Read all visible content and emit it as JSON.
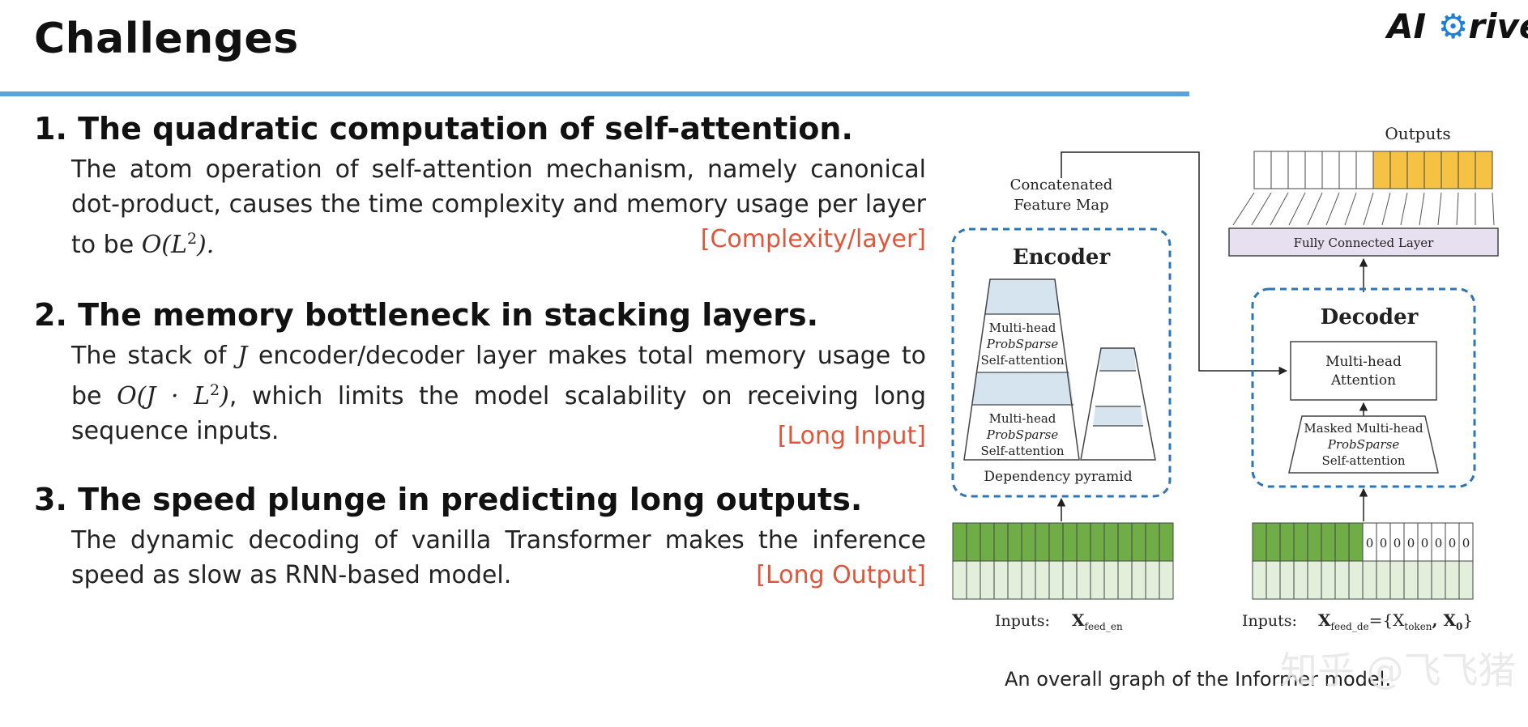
{
  "header": {
    "title": "Challenges",
    "logo_text": "AI",
    "logo_suffix": "rive"
  },
  "sections": [
    {
      "heading": "1. The quadratic computation of self-attention.",
      "body_pre": "The atom operation of self-attention mechanism, namely canonical dot-product, causes the time complexity and memory usage per layer to be ",
      "math": "O(L",
      "math_sup": "2",
      "math_post": ").",
      "body_post": "",
      "tag": "[Complexity/layer]"
    },
    {
      "heading": "2. The memory bottleneck in stacking layers.",
      "body_pre": "The stack of ",
      "math_j": "J",
      "body_mid": " encoder/decoder layer makes total memory usage to be ",
      "math": "O(J · L",
      "math_sup": "2",
      "math_post": ")",
      "body_post": ", which limits the model scalability on receiving long sequence inputs.",
      "tag": "[Long Input]"
    },
    {
      "heading": "3. The speed plunge in predicting long outputs.",
      "body_pre": "The dynamic decoding of vanilla Transformer makes the inference speed as slow as RNN-based model.",
      "tag": "[Long Output]"
    }
  ],
  "diagram": {
    "outputs_label": "Outputs",
    "concat_label_1": "Concatenated",
    "concat_label_2": "Feature Map",
    "fc_label": "Fully Connected Layer",
    "encoder_label": "Encoder",
    "decoder_label": "Decoder",
    "mh_1": "Multi-head",
    "probsparse": "ProbSparse",
    "self_attention": "Self-attention",
    "dependency_pyramid": "Dependency pyramid",
    "mh_attention_1": "Multi-head",
    "mh_attention_2": "Attention",
    "masked_mh": "Masked Multi-head",
    "inputs_label": "Inputs:",
    "x_feed_en": "X",
    "x_feed_en_sub": "feed_en",
    "x_feed_de": "X",
    "x_feed_de_sub": "feed_de",
    "x_feed_de_eq": "={X",
    "x_token_sub": "token",
    "x_zero": ", X",
    "x_zero_sub": "0",
    "x_close": "}",
    "zero_cell": "0",
    "caption": "An overall graph of the Informer model.",
    "colors": {
      "green": "#70ad47",
      "light_green": "#e2efda",
      "orange": "#f5c244",
      "lavender": "#e6e0f0",
      "light_blue": "#d6e4f0",
      "dash_blue": "#2e75b6"
    }
  },
  "watermark": "知乎 @飞飞猪"
}
